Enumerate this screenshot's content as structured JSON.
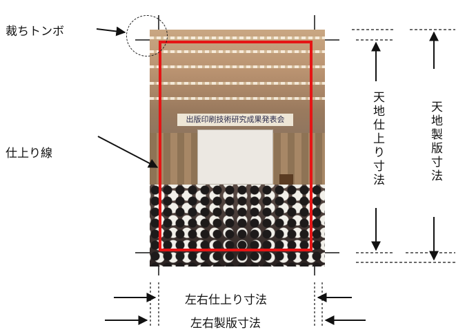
{
  "labels": {
    "trim_marks": "裁ちトンボ",
    "trim_line": "仕上り線",
    "vertical_finished": "天地仕上り寸法",
    "vertical_production": "天地製版寸法",
    "horizontal_finished": "左右仕上り寸法",
    "horizontal_production": "左右製版寸法"
  },
  "photo": {
    "banner_text": "出版印刷技術研究成果発表会"
  },
  "colors": {
    "trim_frame": "#e51515",
    "lines": "#111111"
  }
}
